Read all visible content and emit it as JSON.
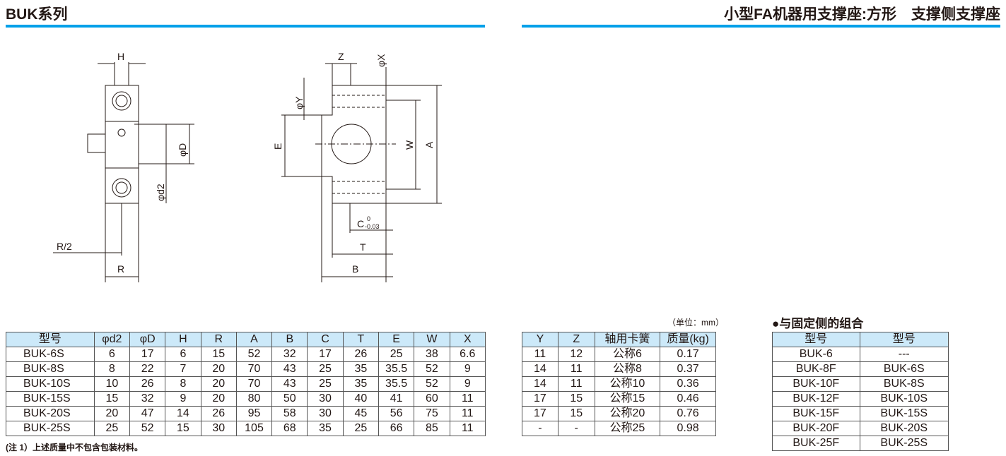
{
  "header": {
    "left_title": "BUK系列",
    "right_title": "小型FA机器用支撑座:方形　支撑侧支撑座"
  },
  "drawing": {
    "labels": {
      "H": "H",
      "D": "φD",
      "d2": "φd2",
      "R2": "R/2",
      "R": "R",
      "Z": "Z",
      "X": "φX",
      "Y": "φY",
      "E": "E",
      "W": "W",
      "A": "A",
      "C": "C",
      "C_tol_upper": "0",
      "C_tol_lower": "-0.03",
      "T": "T",
      "B": "B"
    }
  },
  "unit": "（单位：mm）",
  "spec_table": {
    "headers": [
      "型号",
      "φd2",
      "φD",
      "H",
      "R",
      "A",
      "B",
      "C",
      "T",
      "E",
      "W",
      "X"
    ],
    "rows": [
      [
        "BUK-6S",
        "6",
        "17",
        "6",
        "15",
        "52",
        "32",
        "17",
        "26",
        "25",
        "38",
        "6.6"
      ],
      [
        "BUK-8S",
        "8",
        "22",
        "7",
        "20",
        "70",
        "43",
        "25",
        "35",
        "35.5",
        "52",
        "9"
      ],
      [
        "BUK-10S",
        "10",
        "26",
        "8",
        "20",
        "70",
        "43",
        "25",
        "35",
        "35.5",
        "52",
        "9"
      ],
      [
        "BUK-15S",
        "15",
        "32",
        "9",
        "20",
        "80",
        "50",
        "30",
        "40",
        "41",
        "60",
        "11"
      ],
      [
        "BUK-20S",
        "20",
        "47",
        "14",
        "26",
        "95",
        "58",
        "30",
        "45",
        "56",
        "75",
        "11"
      ],
      [
        "BUK-25S",
        "25",
        "52",
        "15",
        "30",
        "105",
        "68",
        "35",
        "25",
        "66",
        "85",
        "11"
      ]
    ]
  },
  "spec_table2": {
    "headers": [
      "Y",
      "Z",
      "轴用卡簧",
      "质量(kg)"
    ],
    "rows": [
      [
        "11",
        "12",
        "公称6",
        "0.17"
      ],
      [
        "14",
        "11",
        "公称8",
        "0.37"
      ],
      [
        "14",
        "11",
        "公称10",
        "0.36"
      ],
      [
        "17",
        "15",
        "公称15",
        "0.46"
      ],
      [
        "17",
        "15",
        "公称20",
        "0.76"
      ],
      [
        "-",
        "-",
        "公称25",
        "0.98"
      ]
    ]
  },
  "note": "(注 1）上述质量中不包含包装材料。",
  "combo": {
    "title": "●与固定侧的组合",
    "headers": [
      "型号",
      "型号"
    ],
    "rows": [
      [
        "BUK-6",
        "---"
      ],
      [
        "BUK-8F",
        "BUK-6S"
      ],
      [
        "BUK-10F",
        "BUK-8S"
      ],
      [
        "BUK-12F",
        "BUK-10S"
      ],
      [
        "BUK-15F",
        "BUK-15S"
      ],
      [
        "BUK-20F",
        "BUK-20S"
      ],
      [
        "BUK-25F",
        "BUK-25S"
      ]
    ]
  }
}
